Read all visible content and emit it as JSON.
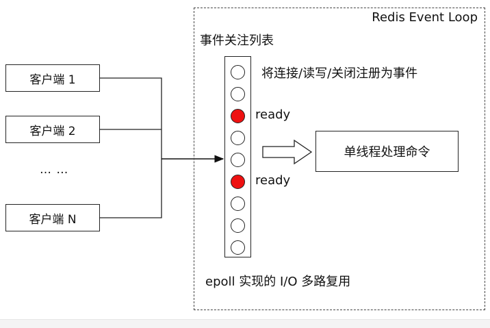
{
  "clients": [
    {
      "label": "客户端 1"
    },
    {
      "label": "客户端 2"
    },
    {
      "label": "客户端 N"
    }
  ],
  "ellipsis": "… …",
  "event_loop": {
    "title": "Redis Event Loop",
    "list_title": "事件关注列表",
    "register_note": "将连接/读写/关闭注册为事件",
    "slots": [
      "idle",
      "idle",
      "ready",
      "idle",
      "idle",
      "ready",
      "idle",
      "idle",
      "idle"
    ],
    "ready_label": "ready",
    "processor_label": "单线程处理命令",
    "caption": "epoll 实现的 I/O 多路复用"
  },
  "colors": {
    "ready_fill": "#ee1111",
    "stroke": "#222222"
  }
}
